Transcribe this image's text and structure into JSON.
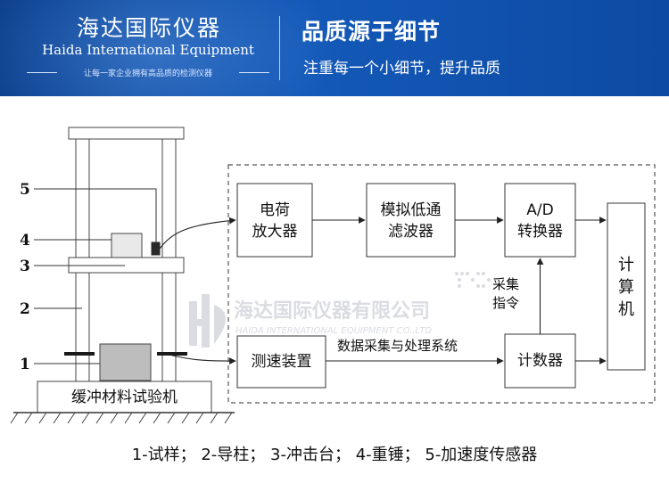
{
  "header": {
    "brand_cn": "海达国际仪器",
    "brand_en": "Haida International Equipment",
    "brand_slogan": "让每一家企业拥有高品质的检测仪器",
    "headline": "品质源于细节",
    "subline": "注重每一个小细节，提升品质"
  },
  "diagram": {
    "callouts": [
      "5",
      "4",
      "3",
      "2",
      "1"
    ],
    "base_label": "缓冲材料试验机",
    "blocks": {
      "charge_amp": [
        "电荷",
        "放大器"
      ],
      "lowpass": [
        "模拟低通",
        "滤波器"
      ],
      "ad": [
        "A/D",
        "转换器"
      ],
      "computer": [
        "计",
        "算",
        "机"
      ],
      "speed": "测速装置",
      "counter": "计数器"
    },
    "edge_labels": {
      "acq_process": "数据采集与处理系统",
      "acq_command": [
        "采集",
        "指令"
      ]
    },
    "watermark": {
      "cn": "海达国际仪器有限公司",
      "en": "HAIDA INTERNATIONAL EQUIPMENT CO.,LTD"
    }
  },
  "legend": "1-试样；  2-导柱；  3-冲击台；  4-重锤；  5-加速度传感器"
}
